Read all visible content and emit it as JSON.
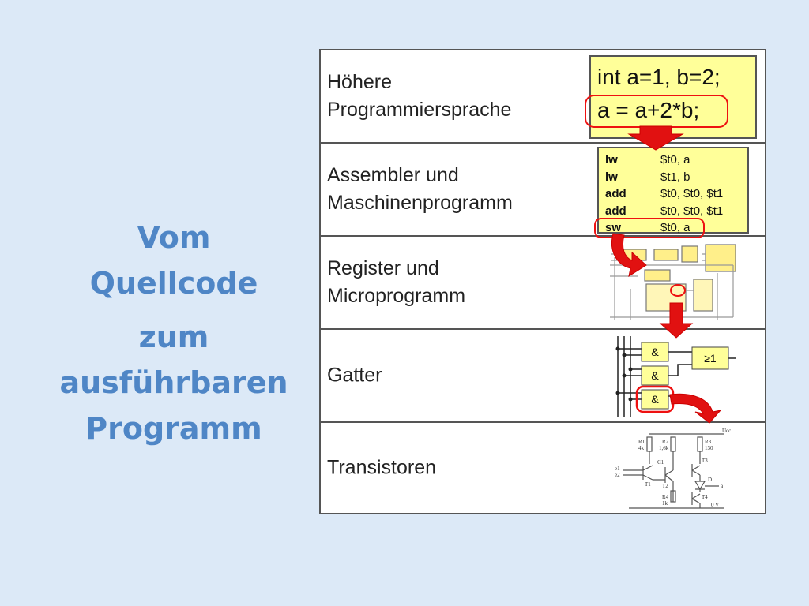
{
  "side_title": {
    "line1": "Vom",
    "line2": "Quellcode",
    "line3": "zum",
    "line4": "ausführbaren",
    "line5": "Programm"
  },
  "levels": [
    {
      "label_lines": [
        "Höhere",
        "Programmiersprache"
      ]
    },
    {
      "label_lines": [
        "Assembler und",
        "Maschinenprogramm"
      ]
    },
    {
      "label_lines": [
        "Register und",
        "Microprogramm"
      ]
    },
    {
      "label_lines": [
        "Gatter"
      ]
    },
    {
      "label_lines": [
        "Transistoren"
      ]
    }
  ],
  "high_level_code": {
    "line1": "int a=1, b=2;",
    "line2": "a = a+2*b;"
  },
  "assembly": [
    {
      "op": "lw",
      "args": "$t0, a"
    },
    {
      "op": "lw",
      "args": "$t1, b"
    },
    {
      "op": "add",
      "args": "$t0, $t0, $t1"
    },
    {
      "op": "add",
      "args": "$t0, $t0, $t1"
    },
    {
      "op": "sw",
      "args": "$t0, a"
    }
  ],
  "gates": {
    "and_label": "&",
    "or_label": "≥1"
  },
  "transistor_labels": {
    "r1": "R1",
    "r1v": "4k",
    "r2": "R2",
    "r2v": "1,6k",
    "r3": "R3",
    "r3v": "130",
    "r4": "R4",
    "r4v": "1k",
    "ucc": "Ucc",
    "e1": "e1",
    "e2": "e2",
    "t1": "T1",
    "t2": "T2",
    "t3": "T3",
    "t4": "T4",
    "c1": "C1",
    "d": "D",
    "a": "a",
    "zero": "0 V"
  },
  "colors": {
    "accent_blue": "#4f86c6",
    "code_yellow": "#ffff99",
    "highlight_red": "#e11111",
    "background": "#dce9f7"
  }
}
